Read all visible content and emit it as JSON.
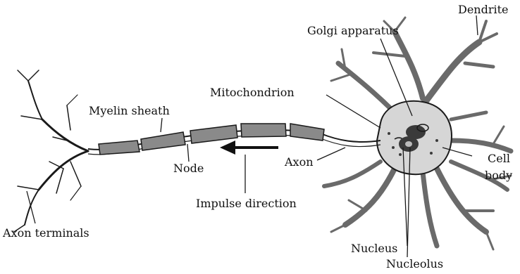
{
  "labels": {
    "dendrite": "Dendrite",
    "golgi_apparatus": "Golgi apparatus",
    "mitochondrion": "Mitochondrion",
    "myelin_sheath": "Myelin sheath",
    "node": "Node",
    "axon": "Axon",
    "impulse_direction": "Impulse direction",
    "cell_body_line1": "Cell",
    "cell_body_line2": "body",
    "axon_terminals": "Axon terminals",
    "nucleus": "Nucleus",
    "nucleolus": "Nucleolus"
  },
  "colors": {
    "line": "#1a1a1a",
    "myelin": "#8a8a8a",
    "cell_fill": "#d6d6d6",
    "dendrite": "#6a6a6a",
    "nucleus": "#3a3a3a"
  },
  "icons": {
    "impulse_arrow": "arrow-left-icon"
  }
}
